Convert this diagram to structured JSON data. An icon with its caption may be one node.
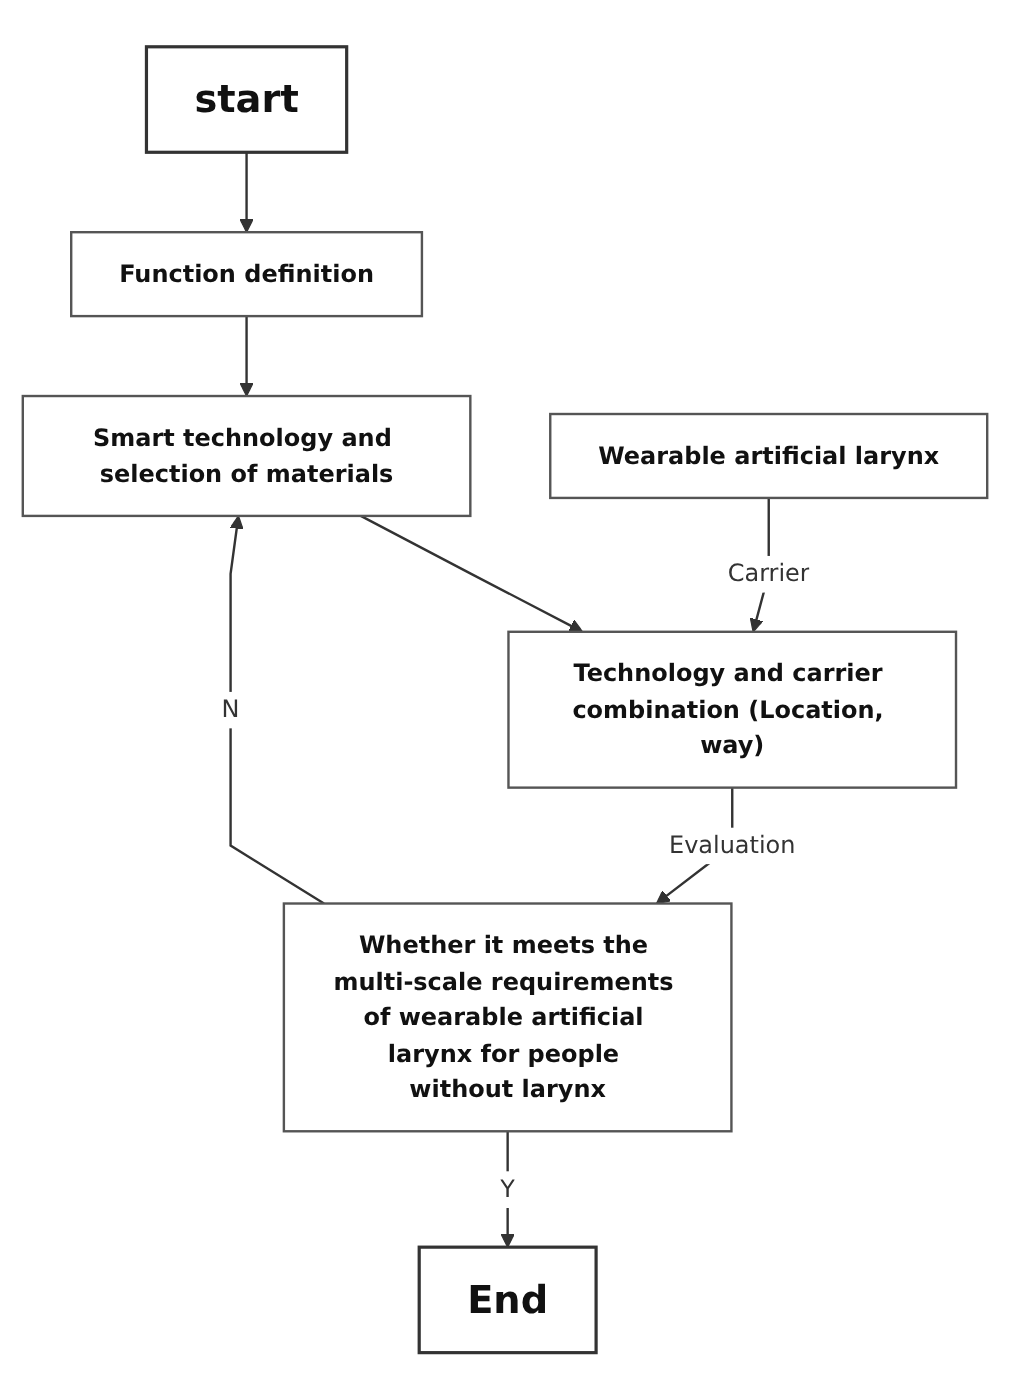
{
  "diagram": {
    "nodes": [
      {
        "text": [
          "start"
        ]
      },
      {
        "text": [
          "Function definition"
        ]
      },
      {
        "text": [
          "Smart technology and selection of materials"
        ]
      },
      {
        "text": [
          "Wearable artificial larynx"
        ]
      },
      {
        "text": [
          "Technology and carrier combination (Location, way)"
        ]
      },
      {
        "text": [
          "Whether it meets the multi-scale requirements of wearable artificial larynx for people without larynx"
        ]
      },
      {
        "text": [
          "End"
        ]
      }
    ],
    "edges": [
      {
        "from": 0,
        "to": 1,
        "arrow": "to"
      },
      {
        "from": 1,
        "to": 2,
        "arrow": "to"
      },
      {
        "from": 2,
        "to": 4,
        "arrow": "to"
      },
      {
        "from": 3,
        "to": 4,
        "arrow": "to",
        "label": "Carrier"
      },
      {
        "from": 4,
        "to": 5,
        "arrow": "to",
        "label": "Evaluation"
      },
      {
        "from": 5,
        "to": 2,
        "arrow": "to",
        "label": "N"
      },
      {
        "from": 5,
        "to": 6,
        "arrow": "to",
        "label": "Y"
      }
    ]
  }
}
